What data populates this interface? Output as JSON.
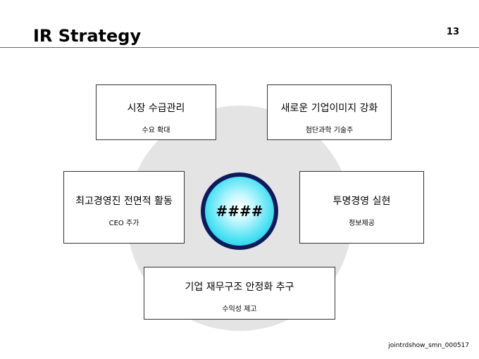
{
  "header": {
    "title": "IR Strategy",
    "page_number": "13"
  },
  "center": {
    "label": "####"
  },
  "boxes": [
    {
      "title": "시장 수급관리",
      "subtitle": "수요 확대"
    },
    {
      "title": "새로운 기업이미지 강화",
      "subtitle": "첨단과학 기술주"
    },
    {
      "title": "최고경영진 전면적 활동",
      "subtitle": "CEO 주가"
    },
    {
      "title": "투명경영 실현",
      "subtitle": "정보제공"
    },
    {
      "title": "기업 재무구조 안정화 추구",
      "subtitle": "수익성 제고"
    }
  ],
  "footer": {
    "text": "jointrdshow_smn_000517"
  },
  "colors": {
    "halo": "#e4e4e4",
    "hub_border": "#0f1a5c",
    "hub_fill": "#43e0f2"
  }
}
